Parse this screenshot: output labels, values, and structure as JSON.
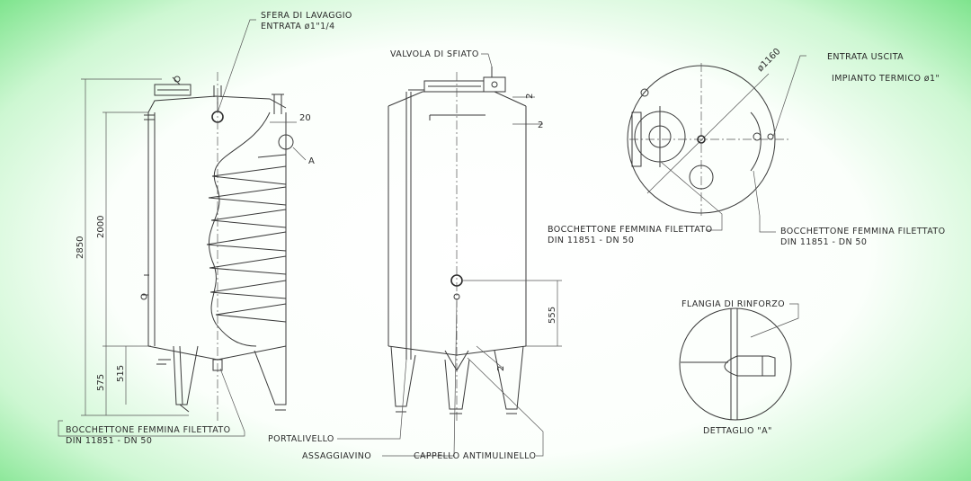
{
  "labels": {
    "sfera_line1": "SFERA DI LAVAGGIO",
    "sfera_line2": "ENTRATA ø1\"1/4",
    "valvola": "VALVOLA DI SFIATO",
    "bocchettone_left_1": "BOCCHETTONE FEMMINA FILETTATO",
    "bocchettone_left_2": "DIN 11851 - DN 50",
    "portalivello": "PORTALIVELLO",
    "assaggiavino": "ASSAGGIAVINO",
    "cappello": "CAPPELLO ANTIMULINELLO",
    "entrata_uscita": "ENTRATA USCITA",
    "impianto": "IMPIANTO TERMICO ø1\"",
    "bocchettone_top_1": "BOCCHETTONE FEMMINA FILETTATO",
    "bocchettone_top_2": "DIN 11851 - DN 50",
    "bocchettone_right_1": "BOCCHETTONE FEMMINA FILETTATO",
    "bocchettone_right_2": "DIN 11851 - DN 50",
    "flangia": "FLANGIA DI RINFORZO",
    "dettaglio": "DETTAGLIO \"A\"",
    "detail_marker": "A"
  },
  "dimensions": {
    "total_height": "2850",
    "cylinder_height": "2000",
    "leg_575": "575",
    "leg_515": "515",
    "spacing_20": "20",
    "level_555": "555",
    "slope_top_1": "2",
    "slope_top_2": "2",
    "slope_bottom": "2",
    "diameter": "ø1160"
  },
  "colors": {
    "line": "#3a3a3a",
    "background_edge": "#6ee07f",
    "background_center": "#ffffff"
  }
}
